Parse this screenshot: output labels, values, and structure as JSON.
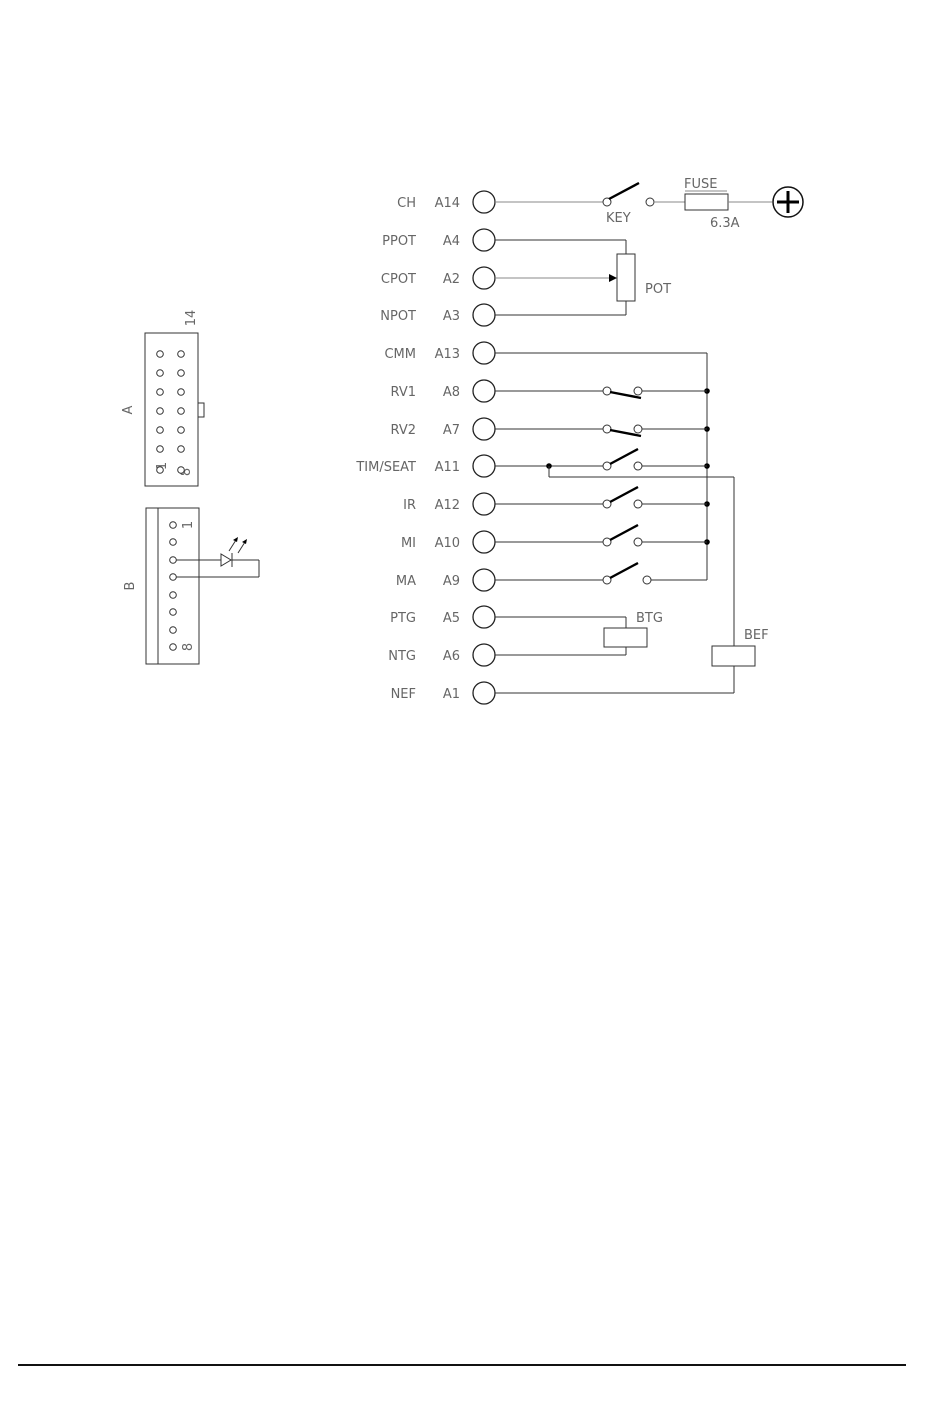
{
  "terminals": [
    {
      "signal": "CH",
      "pin": "A14"
    },
    {
      "signal": "PPOT",
      "pin": "A4"
    },
    {
      "signal": "CPOT",
      "pin": "A2"
    },
    {
      "signal": "NPOT",
      "pin": "A3"
    },
    {
      "signal": "CMM",
      "pin": "A13"
    },
    {
      "signal": "RV1",
      "pin": "A8"
    },
    {
      "signal": "RV2",
      "pin": "A7"
    },
    {
      "signal": "TIM/SEAT",
      "pin": "A11"
    },
    {
      "signal": "IR",
      "pin": "A12"
    },
    {
      "signal": "MI",
      "pin": "A10"
    },
    {
      "signal": "MA",
      "pin": "A9"
    },
    {
      "signal": "PTG",
      "pin": "A5"
    },
    {
      "signal": "NTG",
      "pin": "A6"
    },
    {
      "signal": "NEF",
      "pin": "A1"
    }
  ],
  "components": {
    "key": "KEY",
    "fuse": "FUSE",
    "fuse_rating": "6.3A",
    "pot": "POT",
    "btg": "BTG",
    "bef": "BEF"
  },
  "connector_a": {
    "label": "A",
    "pin_first": "1",
    "pin_last_top": "14",
    "pin_last_bottom": "8"
  },
  "connector_b": {
    "label": "B",
    "pin_first": "1",
    "pin_last": "8"
  },
  "icons": {
    "supply": "plus-terminal-icon",
    "led": "led-icon"
  }
}
